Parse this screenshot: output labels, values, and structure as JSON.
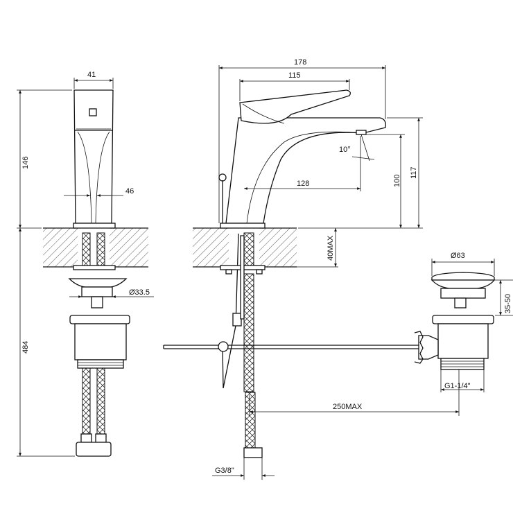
{
  "dimensions": {
    "body_width": "41",
    "total_length": "178",
    "spout_length": "115",
    "spout_reach": "128",
    "height_total_left": "146",
    "spout_height": "100",
    "overall_height": "117",
    "thickness": "46",
    "flange_diameter": "Ø33.5",
    "max_deck_thickness": "40MAX",
    "below_deck": "484",
    "angle": "10°",
    "waste_diameter": "Ø63",
    "waste_height": "35-50",
    "waste_thread": "G1-1/4\"",
    "rod_reach": "250MAX",
    "hose_thread": "G3/8\""
  }
}
